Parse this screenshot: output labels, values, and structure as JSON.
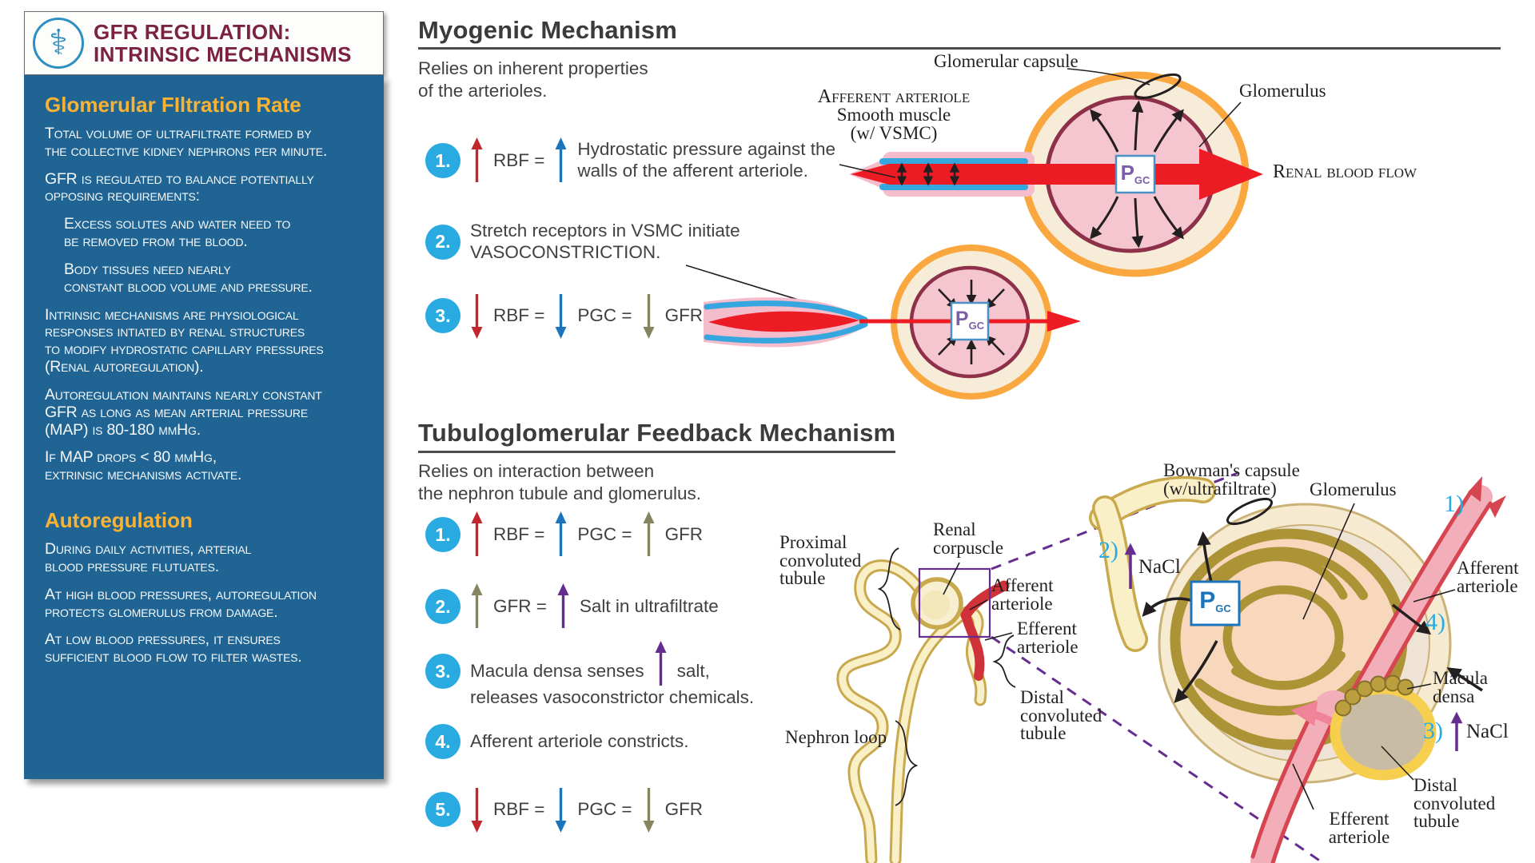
{
  "colors": {
    "sidebar_blue": "#1f6492",
    "heading_yellow": "#f9b233",
    "title_maroon": "#7b2243",
    "step_circle_blue": "#29abe2",
    "arrow_red": "#c1272d",
    "arrow_blue": "#1c75bc",
    "arrow_olive": "#87855f",
    "arrow_purple": "#662d91",
    "number_cyan": "#29abe2",
    "vessel_red": "#ed1c24",
    "capsule_orange": "#f9a73e"
  },
  "sidebar": {
    "header": {
      "icon": "asclepius-icon",
      "line1": "GFR REGULATION:",
      "line2": "INTRINSIC MECHANISMS"
    },
    "gfr": {
      "heading": "Glomerular FIltration Rate",
      "paragraphs": [
        {
          "text": "Total volume of ultrafiltrate formed by\nthe collective kidney nephrons per minute."
        },
        {
          "text": "GFR is regulated to balance potentially\nopposing requirements:"
        },
        {
          "text": "Excess solutes and water need to\nbe removed from the blood."
        },
        {
          "text": "Body tissues need nearly\nconstant blood volume and pressure."
        },
        {
          "text": "Intrinsic mechanisms are physiological\nresponses intiated by renal structures\nto modify hydrostatic capillary pressures\n(Renal autoregulation)."
        },
        {
          "text": "Autoregulation maintains nearly constant\nGFR as long as mean arterial pressure\n(MAP) is 80-180 mmHg."
        },
        {
          "text": "If MAP drops < 80 mmHg,\nextrinsic mechanisms activate."
        }
      ]
    },
    "auto": {
      "heading": "Autoregulation",
      "paragraphs": [
        {
          "text": "During daily activities, arterial\nblood pressure flutuates."
        },
        {
          "text": "At high blood pressures, autoregulation\nprotects glomerulus from damage."
        },
        {
          "text": "At low blood pressures, it ensures\nsufficient blood flow to filter wastes."
        }
      ]
    }
  },
  "myogenic": {
    "title": "Myogenic Mechanism",
    "subtitle": "Relies on inherent properties\nof the arterioles.",
    "steps": {
      "s1": {
        "num": "1.",
        "rbf": "RBF =",
        "text": "Hydrostatic pressure against the\nwalls of the afferent arteriole."
      },
      "s2": {
        "num": "2.",
        "text": "Stretch receptors in VSMC initiate\nVASOCONSTRICTION."
      },
      "s3": {
        "num": "3.",
        "rbf": "RBF =",
        "pgc": "PGC =",
        "gfr": "GFR"
      }
    },
    "diagram": {
      "afferent_arteriole": "Afferent arteriole",
      "smooth_muscle": "Smooth muscle",
      "vsmc": "(w/ VSMC)",
      "glomerular_capsule": "Glomerular capsule",
      "glomerulus": "Glomerulus",
      "renal_blood_flow": "Renal blood flow",
      "pgc_p": "P",
      "pgc_sub": "GC"
    }
  },
  "tgf": {
    "title": "Tubuloglomerular Feedback Mechanism",
    "subtitle": "Relies on interaction between\nthe nephron tubule and glomerulus.",
    "steps": {
      "s1": {
        "num": "1.",
        "rbf": "RBF =",
        "pgc": "PGC =",
        "gfr": "GFR"
      },
      "s2": {
        "num": "2.",
        "gfr": "GFR =",
        "text": "Salt in ultrafiltrate"
      },
      "s3": {
        "num": "3.",
        "pre": "Macula densa senses",
        "post": "salt,",
        "line2": "releases vasoconstrictor chemicals."
      },
      "s4": {
        "num": "4.",
        "text": "Afferent arteriole constricts."
      },
      "s5": {
        "num": "5.",
        "rbf": "RBF =",
        "pgc": "PGC =",
        "gfr": "GFR"
      }
    },
    "nephron": {
      "proximal": "Proximal\nconvoluted\ntubule",
      "renal_corpuscle": "Renal\ncorpuscle",
      "afferent": "Afferent\narteriole",
      "efferent": "Efferent\narteriole",
      "distal": "Distal\nconvoluted\ntubule",
      "nephron_loop": "Nephron loop"
    },
    "enlarged": {
      "bowmans": "Bowman's capsule\n(w/ultrafiltrate)",
      "glomerulus": "Glomerulus",
      "n1": "1)",
      "n2": "2)",
      "n3": "3)",
      "n4": "4)",
      "nacl2": "NaCl",
      "nacl3": "NaCl",
      "afferent": "Afferent\narteriole",
      "macula": "Macula\ndensa",
      "distal": "Distal\nconvoluted\ntubule",
      "efferent": "Efferent\narteriole",
      "pgc_p": "P",
      "pgc_sub": "GC"
    }
  }
}
